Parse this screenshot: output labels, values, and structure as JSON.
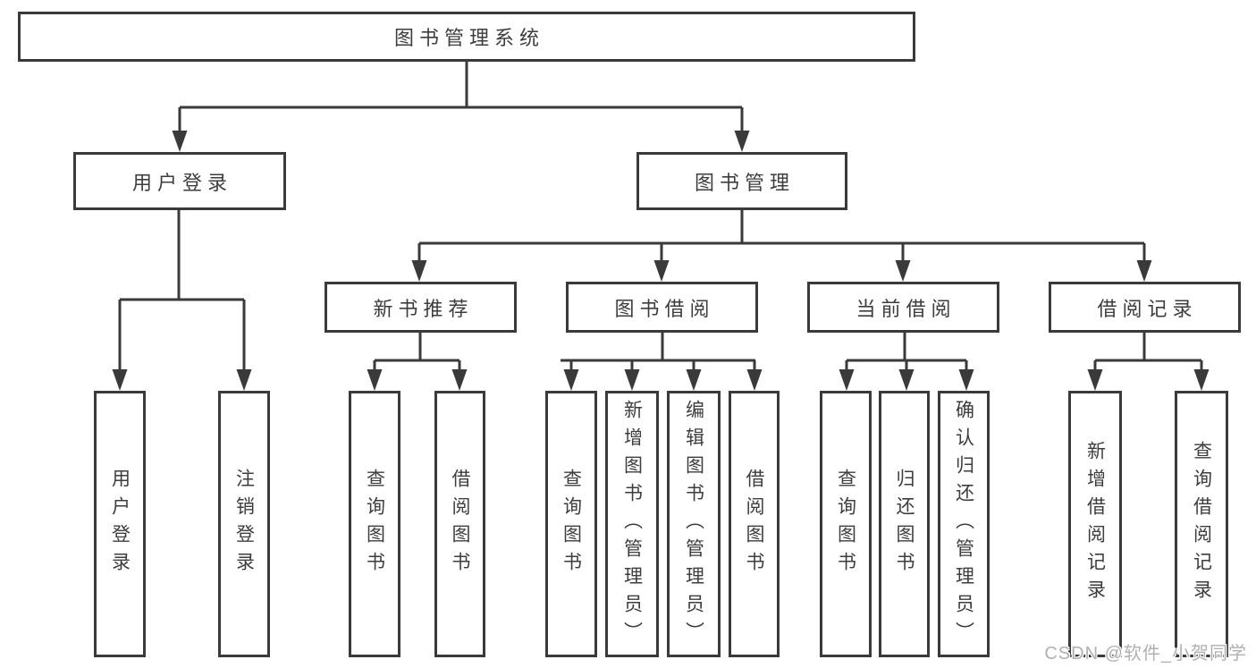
{
  "nodes": {
    "root": "图书管理系统",
    "user_login": "用户登录",
    "book_management": "图书管理",
    "new_book_recommend": "新书推荐",
    "book_borrow": "图书借阅",
    "current_borrow": "当前借阅",
    "borrow_records": "借阅记录",
    "login_leaf": "用户登录",
    "logout_leaf": "注销登录",
    "recommend_search": "查询图书",
    "recommend_borrow": "借阅图书",
    "borrow_search": "查询图书",
    "borrow_add": "新增图书（管理员）",
    "borrow_edit": "编辑图书（管理员）",
    "borrow_borrow": "借阅图书",
    "current_search": "查询图书",
    "current_return": "归还图书",
    "current_confirm": "确认归还（管理员）",
    "records_add": "新增借阅记录",
    "records_search": "查询借阅记录"
  },
  "watermark": "CSDN @软件_小贺同学",
  "colors": {
    "line": "#3a3a3a",
    "text": "#3d3d3d",
    "background": "#ffffff",
    "watermark": "#b0b0b0"
  }
}
